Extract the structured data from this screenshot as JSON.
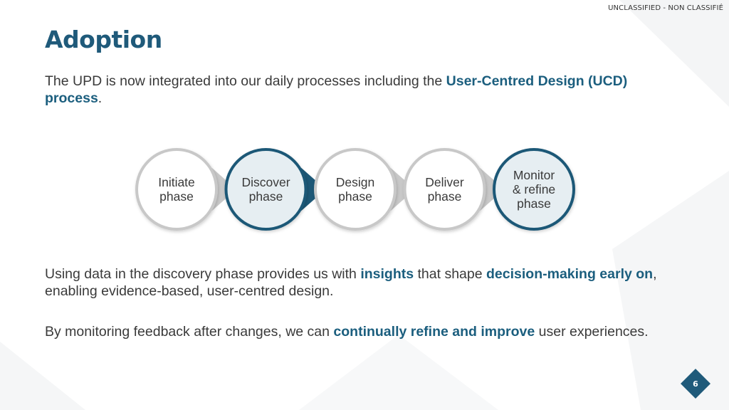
{
  "classification": "UNCLASSIFIED - NON CLASSIFIÉ",
  "title": "Adoption",
  "intro": {
    "text1": "The UPD is now integrated into our daily processes including the ",
    "bold1": "User-Centred Design (UCD) process",
    "text2": "."
  },
  "phases": [
    {
      "line1": "Initiate",
      "line2": "phase",
      "line3": "",
      "style": "plain"
    },
    {
      "line1": "Discover",
      "line2": "phase",
      "line3": "",
      "style": "highlight"
    },
    {
      "line1": "Design",
      "line2": "phase",
      "line3": "",
      "style": "plain"
    },
    {
      "line1": "Deliver",
      "line2": "phase",
      "line3": "",
      "style": "plain"
    },
    {
      "line1": "Monitor",
      "line2": "& refine",
      "line3": "phase",
      "style": "highlight"
    }
  ],
  "para2": {
    "text1": "Using data in the discovery phase provides us with ",
    "bold1": "insights",
    "text2": " that shape ",
    "bold2": "decision-making early on",
    "text3": ", enabling evidence-based, user-centred design."
  },
  "para3": {
    "text1": "By monitoring feedback after changes, we can ",
    "bold1": "continually refine and improve",
    "text2": " user experiences."
  },
  "page_number": "6",
  "colors": {
    "accent": "#1f5a7a",
    "highlight_fill": "#e6eef2",
    "plain_ring": "#c8c8c8",
    "highlight_ring": "#1d5877"
  }
}
